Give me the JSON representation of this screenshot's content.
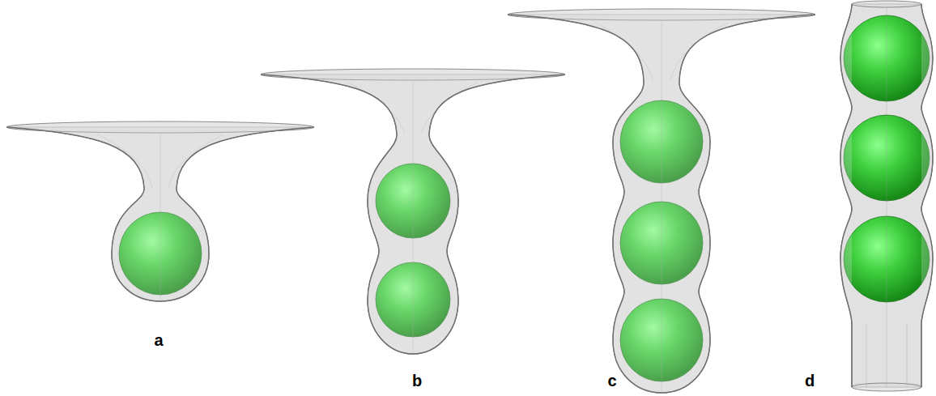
{
  "diagram": {
    "labels": [
      "a",
      "b",
      "c",
      "d"
    ]
  }
}
